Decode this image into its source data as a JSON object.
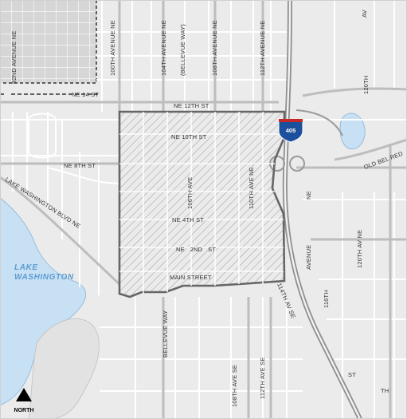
{
  "map": {
    "water_label": [
      "LAKE",
      "WASHINGTON"
    ],
    "highway_shield": "405",
    "north_label": "NORTH",
    "streets": {
      "ne_14_st": "NE 14 ST",
      "ne_12th_st": "NE 12TH ST",
      "ne_10th_st": "NE 10TH ST",
      "ne_8th_st": "NE 8TH ST",
      "ne_4th_st": "NE 4TH ST",
      "ne_2nd_st": "NE   2ND   ST",
      "main_street": "MAIN STREET",
      "lake_washington_blvd": "LAKE WASHINGTON BLVD NE",
      "old_bel_red": "OLD BEL RED",
      "ave_92nd": "92ND AVENUE NE",
      "ave_100th": "100TH AVENUE NE",
      "ave_104th": "104TH AVENUE NE",
      "bellevue_way_paren": "(BELLEVUE WAY)",
      "ave_108th_north": "108TH AVENUE NE",
      "ave_112th_north": "112TH AVENUE NE",
      "ave_106th": "106TH AVE",
      "ave_110th": "110TH AVE NE",
      "bellevue_way_south": "BELLEVUE WAY",
      "ave_108th_se": "108TH  AVE  SE",
      "ave_112th_se": "112TH AVE SE",
      "ave_114th_se": "114TH AV SE",
      "ave_116th_ne": "116TH",
      "avenue_ne": "AVENUE",
      "ne": "NE",
      "ave_120th_ne": "120TH AV NE",
      "ave_120th_top": "120TH",
      "av_top": "AV",
      "st_bottom": "ST",
      "th_bottom": "TH"
    }
  }
}
